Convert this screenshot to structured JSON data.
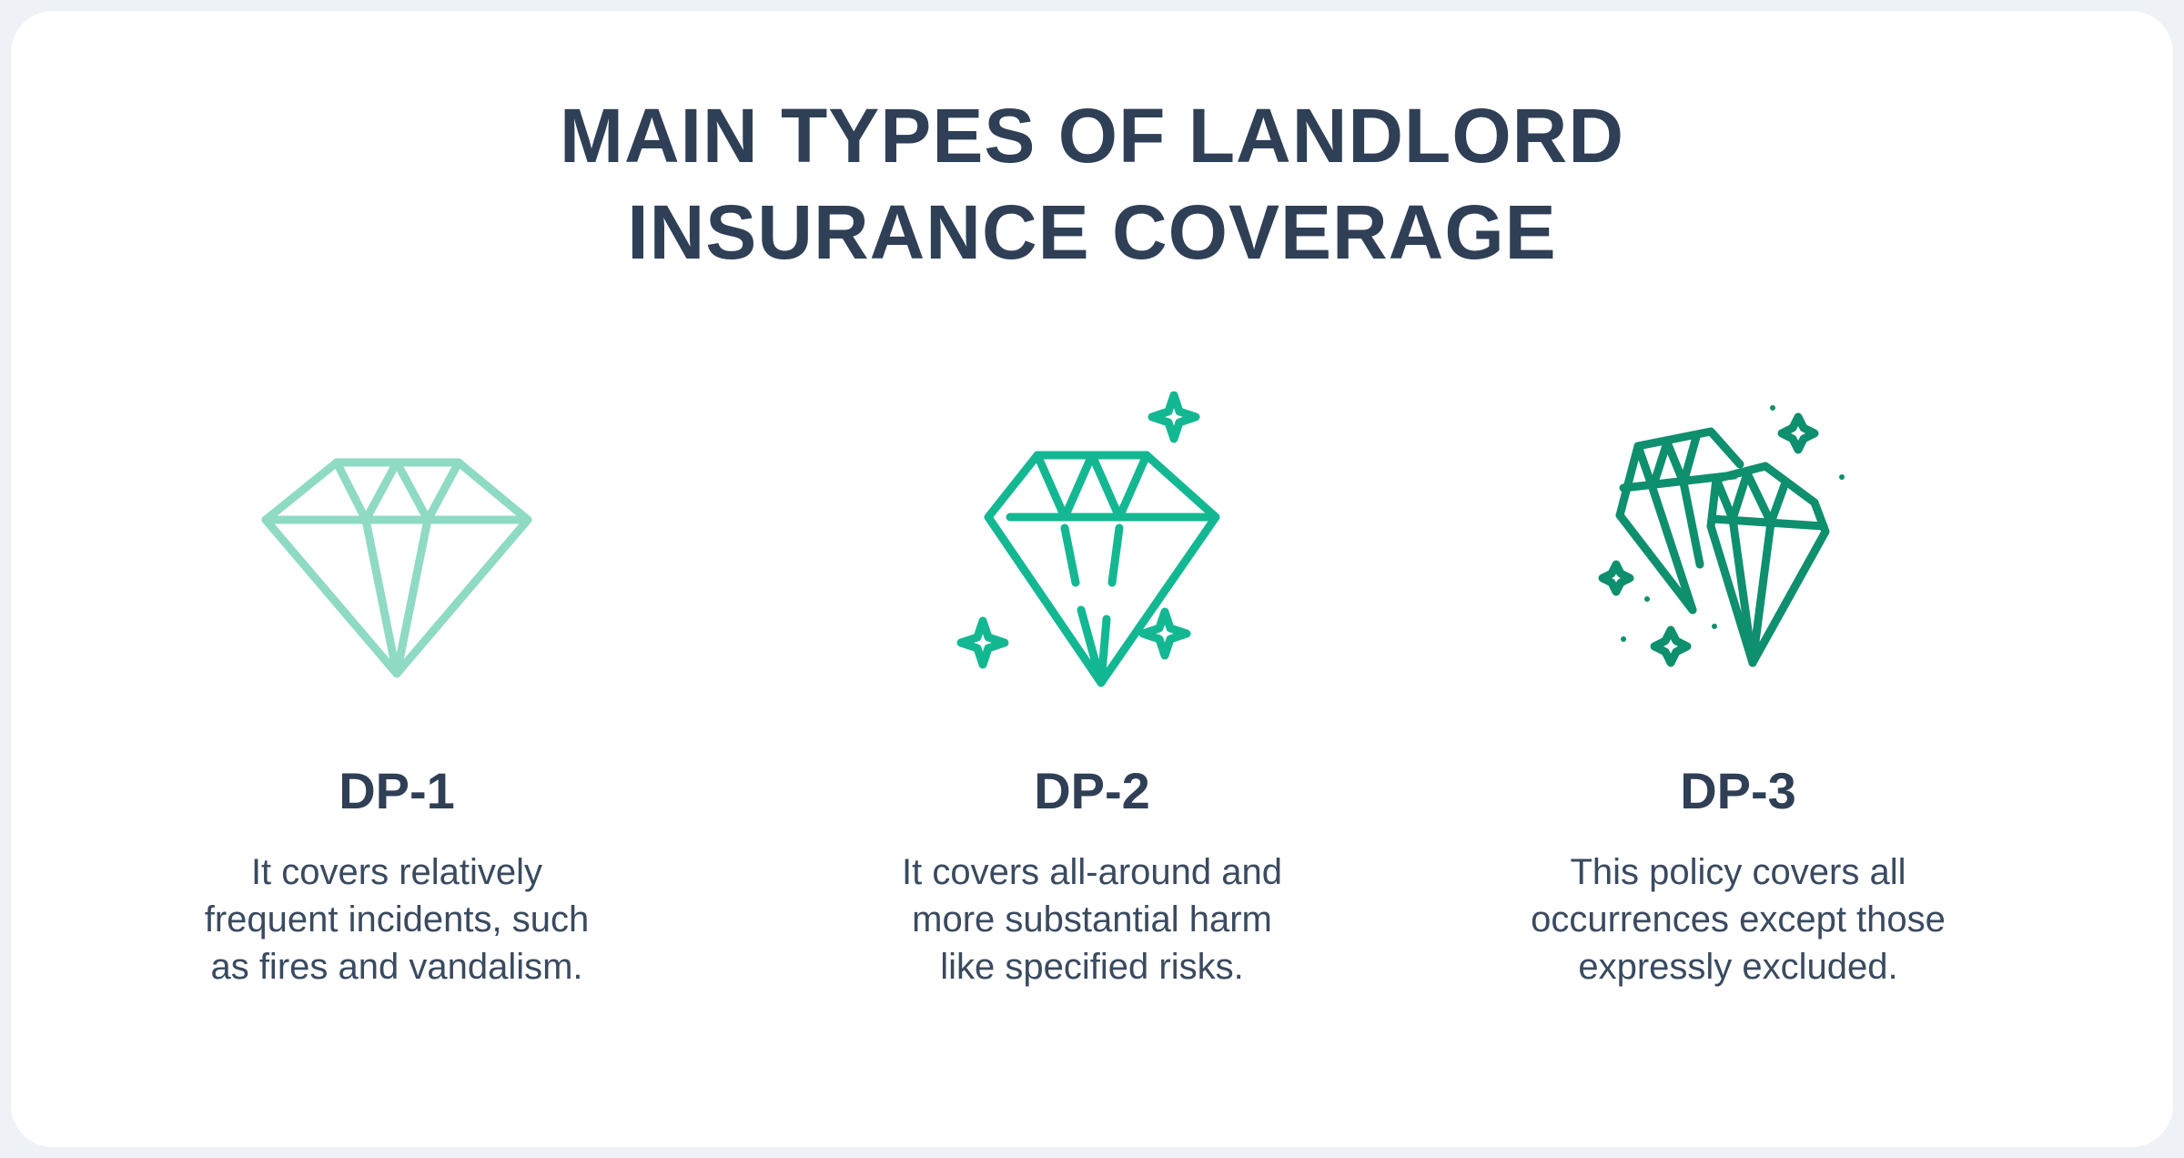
{
  "title": {
    "line1": "MAIN TYPES OF LANDLORD",
    "line2": "INSURANCE COVERAGE"
  },
  "columns": [
    {
      "label": "DP-1",
      "description": "It covers relatively frequent incidents, such as fires and vandalism.",
      "icon": "diamond-icon",
      "color": "#8fdac4"
    },
    {
      "label": "DP-2",
      "description": "It covers all-around and more substantial harm like specified risks.",
      "icon": "sparkling-diamond-icon",
      "color": "#13b893"
    },
    {
      "label": "DP-3",
      "description": "This policy covers all occurrences except those expressly excluded.",
      "icon": "two-diamonds-icon",
      "color": "#0e8f6e"
    }
  ],
  "colors": {
    "text_dark": "#2f3f56",
    "background": "#eef2f6",
    "card": "#ffffff"
  }
}
